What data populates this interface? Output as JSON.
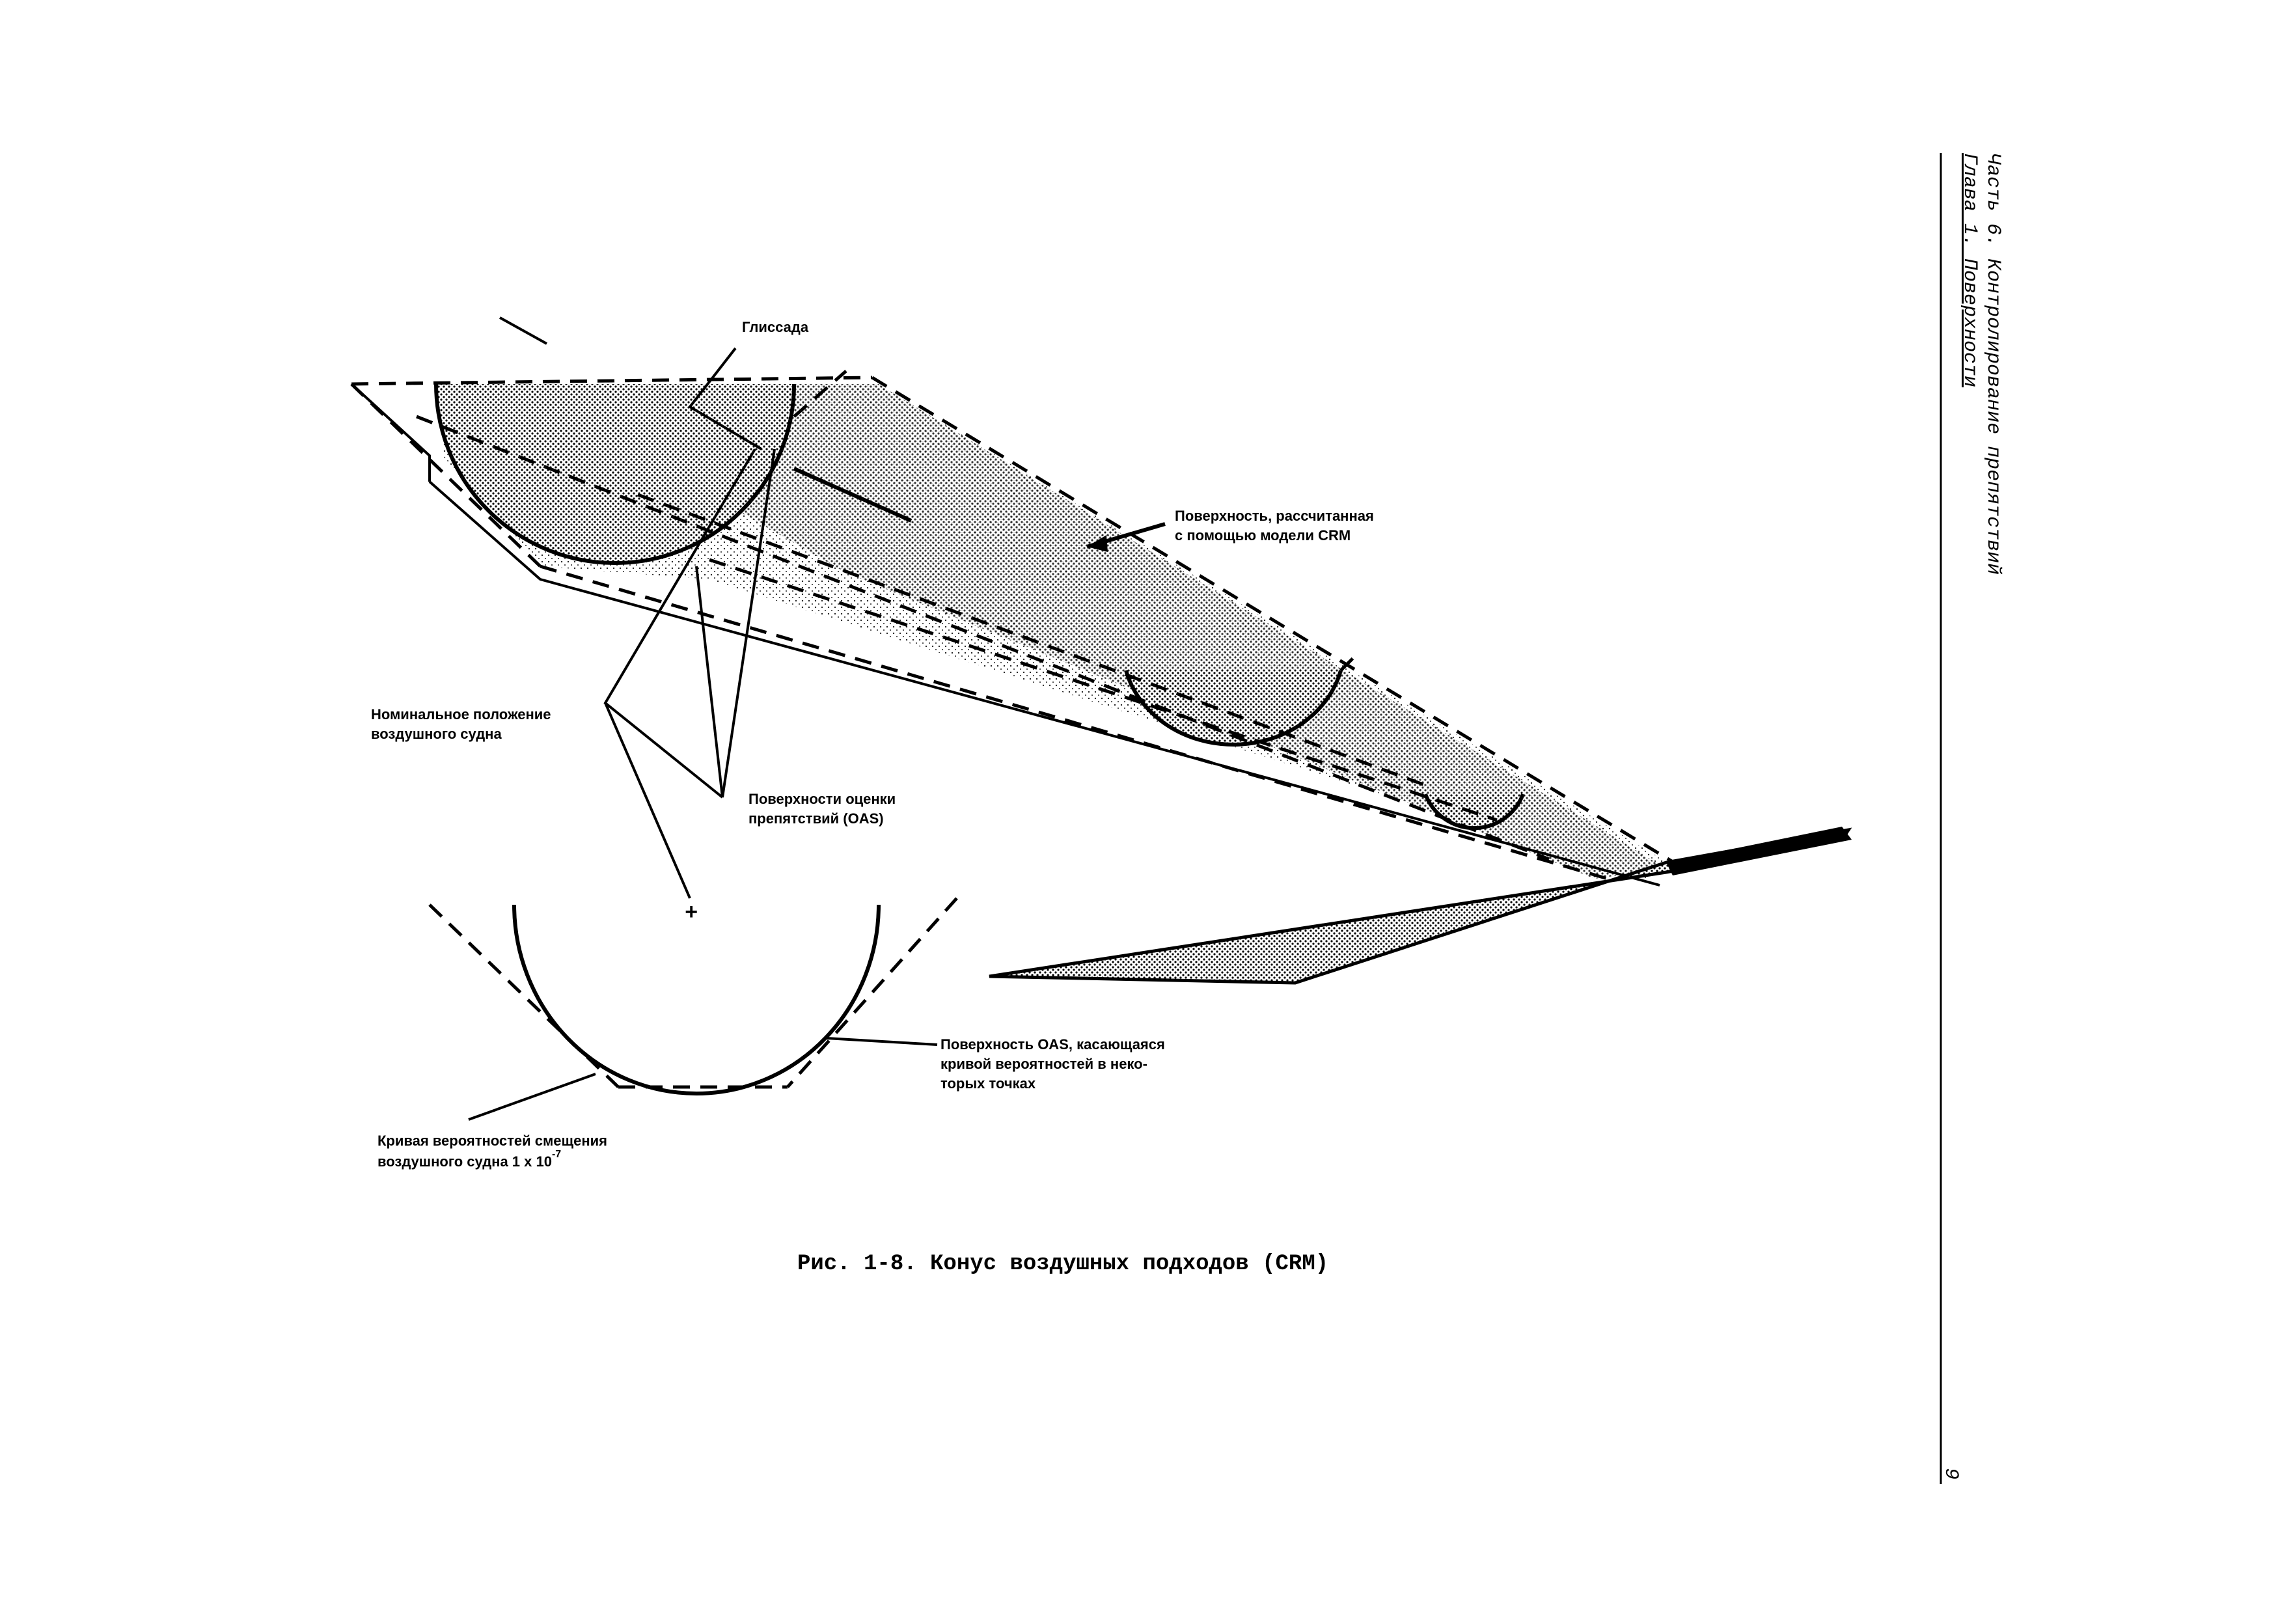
{
  "header": {
    "part": "Часть 6. Контролирование препятствий",
    "chapter": "Глава 1. Поверхности"
  },
  "page_number": "9",
  "figure": {
    "caption": "Рис. 1-8. Конус воздушных подходов (CRM)",
    "labels": {
      "glide_path": "Глиссада",
      "crm_surface_1": "Поверхность, рассчитанная",
      "crm_surface_2": "с помощью модели CRM",
      "nominal_position_1": "Номинальное положение",
      "nominal_position_2": "воздушного судна",
      "oas_surfaces_1": "Поверхности оценки",
      "oas_surfaces_2": "препятствий (OAS)",
      "oas_tangent_1": "Поверхность OAS, касающаяся",
      "oas_tangent_2": "кривой вероятностей в неко-",
      "oas_tangent_3": "торых точках",
      "probability_curve_1": "Кривая вероятностей смещения",
      "probability_curve_2": "воздушного судна 1 x 10",
      "probability_exponent": "-7",
      "plus_marker": "+"
    }
  }
}
